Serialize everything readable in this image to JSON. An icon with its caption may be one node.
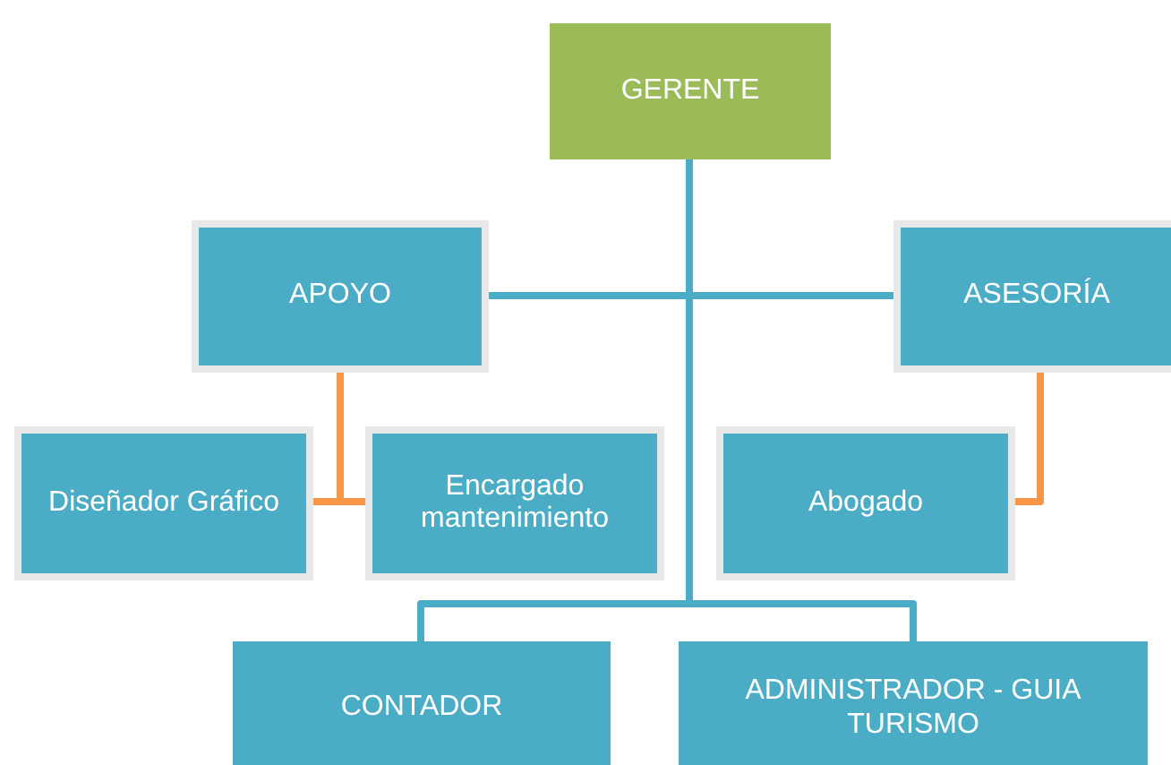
{
  "diagram": {
    "nodes": [
      {
        "text": [
          "GERENTE"
        ]
      },
      {
        "text": [
          "APOYO"
        ]
      },
      {
        "text": [
          "ASESORÍA"
        ]
      },
      {
        "text": [
          "Diseñador Gráfico"
        ]
      },
      {
        "text": [
          "Encargado mantenimiento"
        ]
      },
      {
        "text": [
          "Abogado"
        ]
      },
      {
        "text": [
          "CONTADOR"
        ]
      },
      {
        "text": [
          "ADMINISTRADOR - GUIA TURISMO"
        ]
      }
    ],
    "edges": [
      {
        "from": 0,
        "to": 1,
        "arrow": "none"
      },
      {
        "from": 0,
        "to": 2,
        "arrow": "none"
      },
      {
        "from": 0,
        "to": 6,
        "arrow": "none"
      },
      {
        "from": 0,
        "to": 7,
        "arrow": "none"
      },
      {
        "from": 1,
        "to": 3,
        "arrow": "none",
        "color": "#f79646"
      },
      {
        "from": 1,
        "to": 4,
        "arrow": "none",
        "color": "#f79646"
      },
      {
        "from": 2,
        "to": 5,
        "arrow": "none",
        "color": "#f79646"
      }
    ]
  }
}
